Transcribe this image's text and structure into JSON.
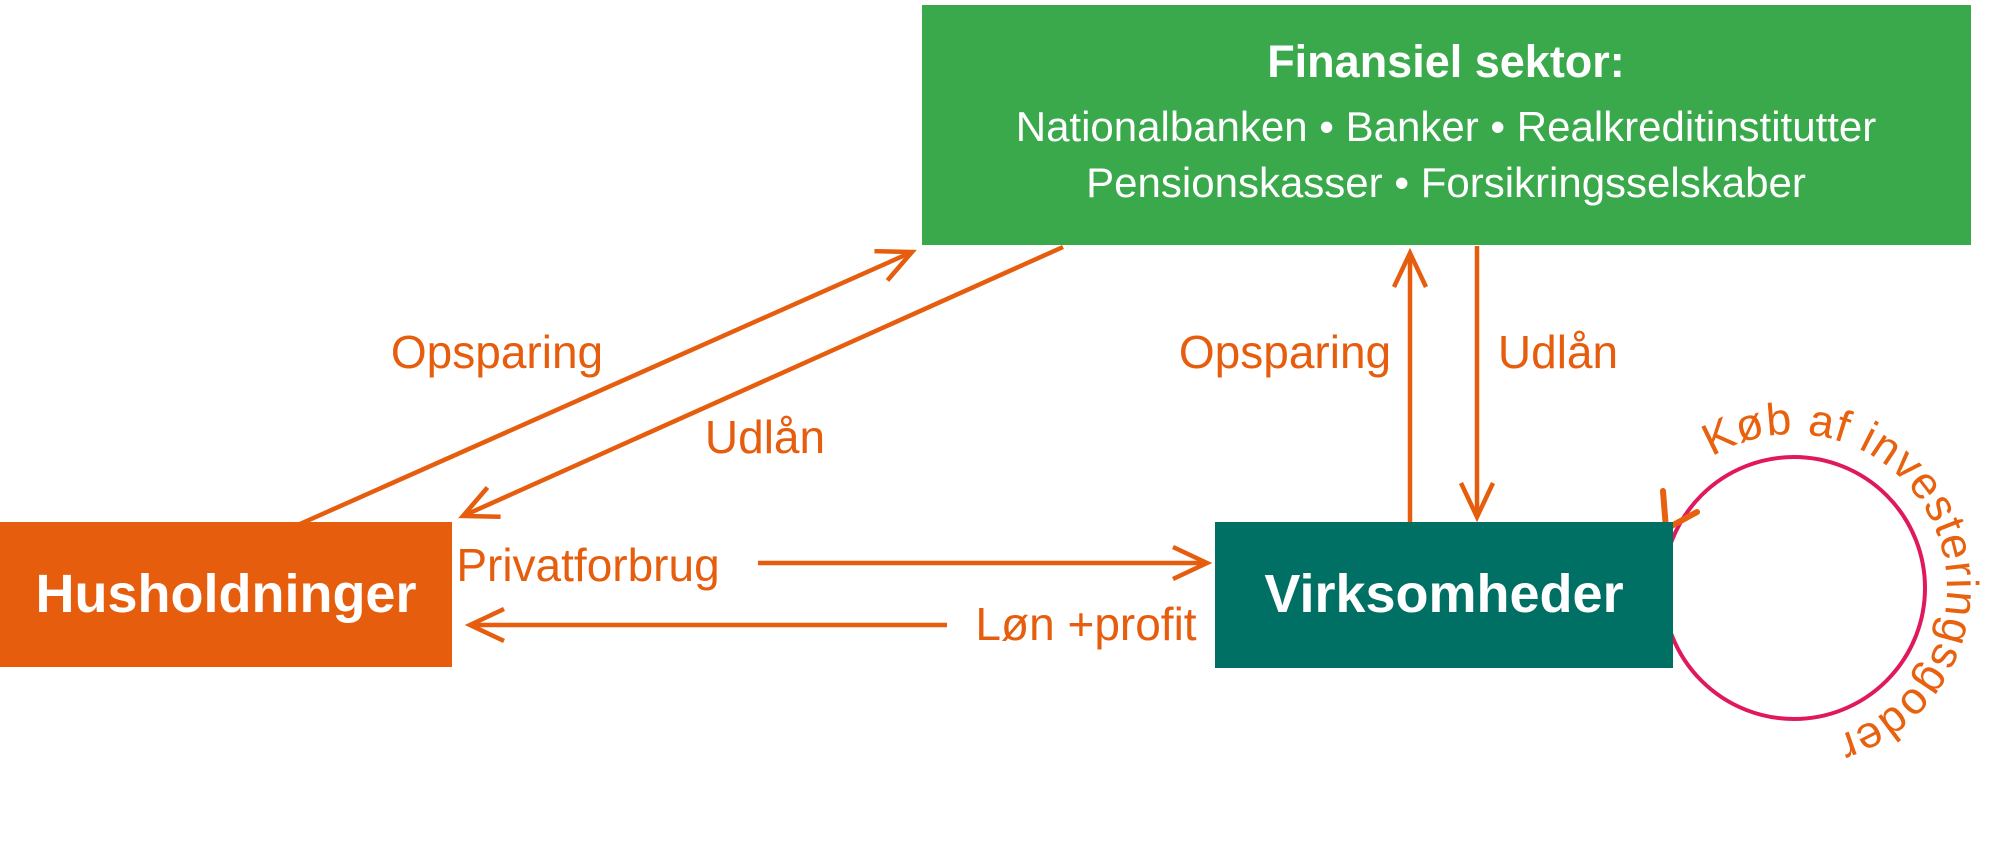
{
  "palette": {
    "orange": "#e55d0d",
    "green": "#3aa94c",
    "teal": "#007065",
    "pink": "#e0195f",
    "white": "#ffffff"
  },
  "boxes": {
    "financial_sector": {
      "title": "Finansiel sektor:",
      "line2": "Nationalbanken • Banker • Realkreditinstitutter",
      "line3": "Pensionskasser • Forsikringsselskaber"
    },
    "households": {
      "label": "Husholdninger"
    },
    "firms": {
      "label": "Virksomheder"
    }
  },
  "flows": {
    "households_saving": {
      "label": "Opsparing"
    },
    "households_lending": {
      "label": "Udlån"
    },
    "firms_saving": {
      "label": "Opsparing"
    },
    "firms_lending": {
      "label": "Udlån"
    },
    "private_consumption": {
      "label": "Privatforbrug"
    },
    "wages_profit": {
      "label": "Løn +profit"
    },
    "investment_loop": {
      "label": "Køb af investeringsgoder"
    }
  }
}
